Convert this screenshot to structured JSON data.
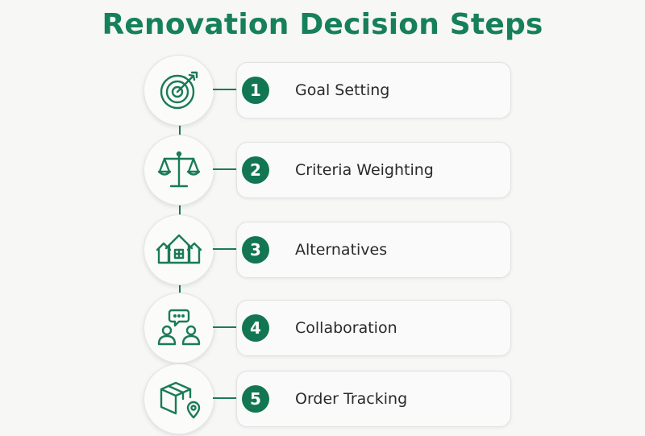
{
  "title": "Renovation Decision Steps",
  "accent_color": "#137653",
  "steps": [
    {
      "number": "1",
      "label": "Goal Setting",
      "icon": "target-icon"
    },
    {
      "number": "2",
      "label": "Criteria Weighting",
      "icon": "scales-icon"
    },
    {
      "number": "3",
      "label": "Alternatives",
      "icon": "houses-icon"
    },
    {
      "number": "4",
      "label": "Collaboration",
      "icon": "people-chat-icon"
    },
    {
      "number": "5",
      "label": "Order Tracking",
      "icon": "package-location-icon"
    }
  ]
}
